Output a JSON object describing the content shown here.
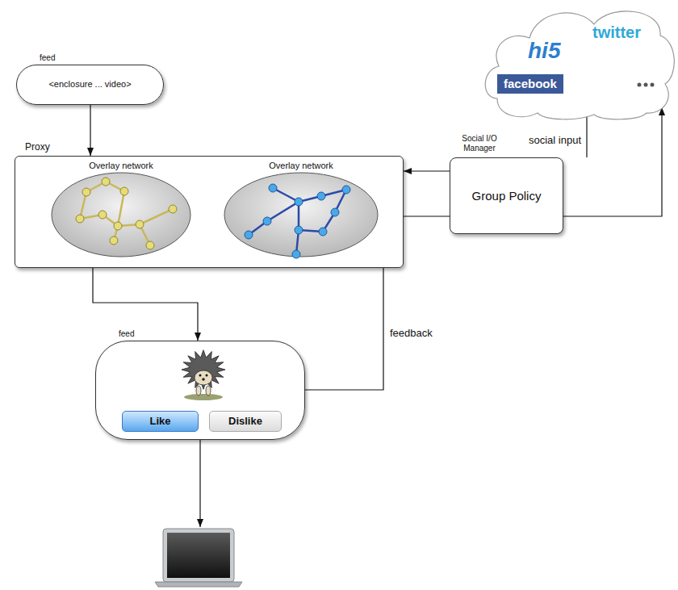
{
  "diagram": {
    "nodes": [
      {
        "text": [
          "feed",
          "<enclosure ... video>"
        ]
      },
      {
        "text": [
          "Proxy"
        ]
      },
      {
        "text": [
          "Overlay network"
        ],
        "in": 1
      },
      {
        "text": [
          "Overlay network"
        ],
        "in": 1
      },
      {
        "text": [
          "hi5",
          "twitter",
          "facebook"
        ]
      },
      {
        "text": [
          "Social I/O Manager",
          "Group Policy"
        ]
      },
      {
        "text": [
          "feed"
        ]
      },
      {
        "text": [
          "Like"
        ],
        "in": 6
      },
      {
        "text": [
          "Dislike"
        ],
        "in": 6
      }
    ],
    "edges": [
      {
        "from": 0,
        "to": 1,
        "arrow": "to"
      },
      {
        "from": 1,
        "to": 6,
        "arrow": "to"
      },
      {
        "from": 6,
        "to": 1,
        "arrow": "none",
        "label": "feedback"
      },
      {
        "from": 4,
        "to": 5,
        "arrow": "none",
        "label": "social input"
      },
      {
        "from": 5,
        "to": 1,
        "arrow": "to"
      },
      {
        "from": 1,
        "to": 5,
        "arrow": "none"
      },
      {
        "from": 5,
        "to": 4,
        "arrow": "to"
      }
    ]
  }
}
